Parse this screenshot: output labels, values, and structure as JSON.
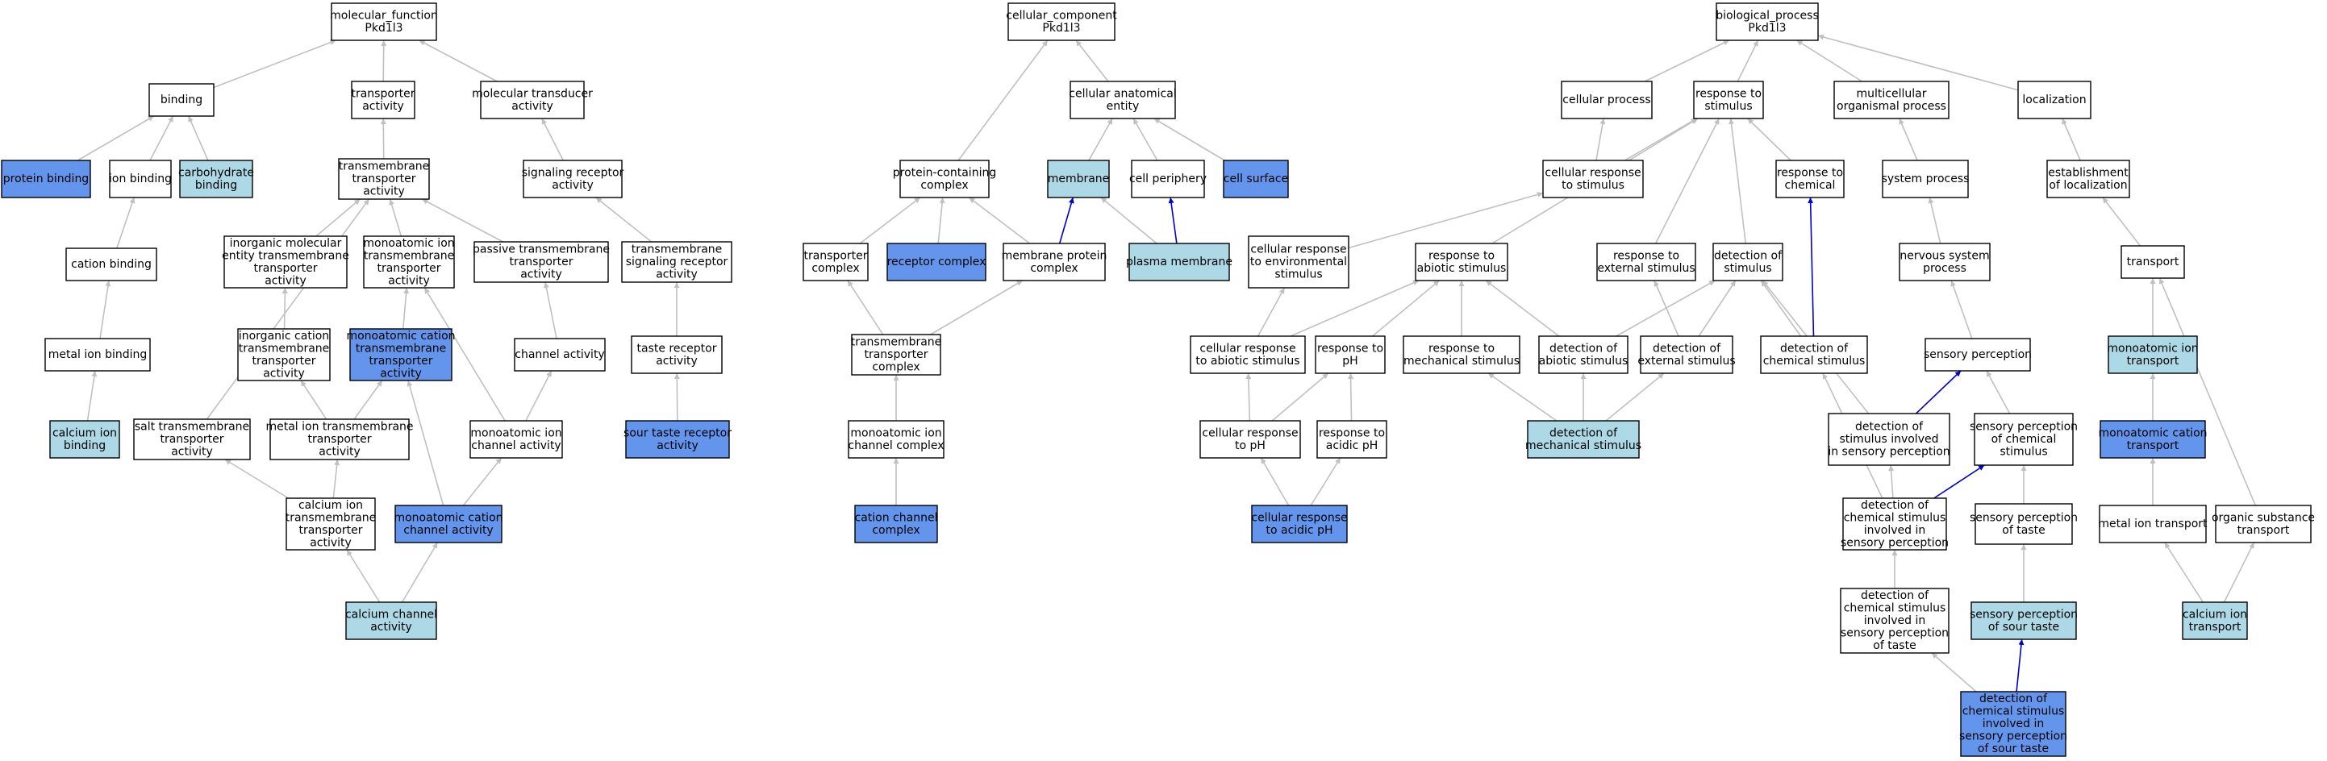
{
  "colors": {
    "default": "#ffffff",
    "light": "#add8e6",
    "dark": "#6495ed",
    "edge_gray": "#c0c0c0",
    "edge_blue": "#0000cd"
  },
  "nodes": [
    {
      "id": "mf",
      "lines": [
        "molecular_function",
        "Pkd1l3"
      ],
      "fill": "default"
    },
    {
      "id": "binding",
      "lines": [
        "binding"
      ],
      "fill": "default"
    },
    {
      "id": "transporter",
      "lines": [
        "transporter",
        "activity"
      ],
      "fill": "default"
    },
    {
      "id": "moltrans",
      "lines": [
        "molecular transducer",
        "activity"
      ],
      "fill": "default"
    },
    {
      "id": "protbind",
      "lines": [
        "protein binding"
      ],
      "fill": "dark"
    },
    {
      "id": "ionbind",
      "lines": [
        "ion binding"
      ],
      "fill": "default"
    },
    {
      "id": "carbbind",
      "lines": [
        "carbohydrate",
        "binding"
      ],
      "fill": "light"
    },
    {
      "id": "tmta",
      "lines": [
        "transmembrane",
        "transporter",
        "activity"
      ],
      "fill": "default"
    },
    {
      "id": "sigrec",
      "lines": [
        "signaling receptor",
        "activity"
      ],
      "fill": "default"
    },
    {
      "id": "catbind",
      "lines": [
        "cation binding"
      ],
      "fill": "default"
    },
    {
      "id": "inorgmol",
      "lines": [
        "inorganic molecular",
        "entity transmembrane",
        "transporter",
        "activity"
      ],
      "fill": "default"
    },
    {
      "id": "monoionTT",
      "lines": [
        "monoatomic ion",
        "transmembrane",
        "transporter",
        "activity"
      ],
      "fill": "default"
    },
    {
      "id": "passive",
      "lines": [
        "passive transmembrane",
        "transporter",
        "activity"
      ],
      "fill": "default"
    },
    {
      "id": "tmsig",
      "lines": [
        "transmembrane",
        "signaling receptor",
        "activity"
      ],
      "fill": "default"
    },
    {
      "id": "metalbind",
      "lines": [
        "metal ion binding"
      ],
      "fill": "default"
    },
    {
      "id": "inorgcat",
      "lines": [
        "inorganic cation",
        "transmembrane",
        "transporter",
        "activity"
      ],
      "fill": "default"
    },
    {
      "id": "monocatTT",
      "lines": [
        "monoatomic cation",
        "transmembrane",
        "transporter",
        "activity"
      ],
      "fill": "dark"
    },
    {
      "id": "channel",
      "lines": [
        "channel activity"
      ],
      "fill": "default"
    },
    {
      "id": "taste",
      "lines": [
        "taste receptor",
        "activity"
      ],
      "fill": "default"
    },
    {
      "id": "calbind",
      "lines": [
        "calcium ion",
        "binding"
      ],
      "fill": "light"
    },
    {
      "id": "salt",
      "lines": [
        "salt transmembrane",
        "transporter",
        "activity"
      ],
      "fill": "default"
    },
    {
      "id": "metalTT",
      "lines": [
        "metal ion transmembrane",
        "transporter",
        "activity"
      ],
      "fill": "default"
    },
    {
      "id": "monoionCh",
      "lines": [
        "monoatomic ion",
        "channel activity"
      ],
      "fill": "default"
    },
    {
      "id": "sour",
      "lines": [
        "sour taste receptor",
        "activity"
      ],
      "fill": "dark"
    },
    {
      "id": "calTT",
      "lines": [
        "calcium ion",
        "transmembrane",
        "transporter",
        "activity"
      ],
      "fill": "default"
    },
    {
      "id": "monocatCh",
      "lines": [
        "monoatomic cation",
        "channel activity"
      ],
      "fill": "dark"
    },
    {
      "id": "calch",
      "lines": [
        "calcium channel",
        "activity"
      ],
      "fill": "light"
    },
    {
      "id": "cc",
      "lines": [
        "cellular_component",
        "Pkd1l3"
      ],
      "fill": "default"
    },
    {
      "id": "cae",
      "lines": [
        "cellular anatomical",
        "entity"
      ],
      "fill": "default"
    },
    {
      "id": "protcomplex",
      "lines": [
        "protein-containing",
        "complex"
      ],
      "fill": "default"
    },
    {
      "id": "membrane",
      "lines": [
        "membrane"
      ],
      "fill": "light"
    },
    {
      "id": "periphery",
      "lines": [
        "cell periphery"
      ],
      "fill": "default"
    },
    {
      "id": "surface",
      "lines": [
        "cell surface"
      ],
      "fill": "dark"
    },
    {
      "id": "transcomplex",
      "lines": [
        "transporter",
        "complex"
      ],
      "fill": "default"
    },
    {
      "id": "reccomplex",
      "lines": [
        "receptor complex"
      ],
      "fill": "dark"
    },
    {
      "id": "memprot",
      "lines": [
        "membrane protein",
        "complex"
      ],
      "fill": "default"
    },
    {
      "id": "plasma",
      "lines": [
        "plasma membrane"
      ],
      "fill": "light"
    },
    {
      "id": "tmcomplex",
      "lines": [
        "transmembrane",
        "transporter",
        "complex"
      ],
      "fill": "default"
    },
    {
      "id": "monoionchcomplex",
      "lines": [
        "monoatomic ion",
        "channel complex"
      ],
      "fill": "default"
    },
    {
      "id": "catchcomplex",
      "lines": [
        "cation channel",
        "complex"
      ],
      "fill": "dark"
    },
    {
      "id": "bp",
      "lines": [
        "biological_process",
        "Pkd1l3"
      ],
      "fill": "default"
    },
    {
      "id": "cellproc",
      "lines": [
        "cellular process"
      ],
      "fill": "default"
    },
    {
      "id": "respstim",
      "lines": [
        "response to",
        "stimulus"
      ],
      "fill": "default"
    },
    {
      "id": "multicell",
      "lines": [
        "multicellular",
        "organismal process"
      ],
      "fill": "default"
    },
    {
      "id": "localization",
      "lines": [
        "localization"
      ],
      "fill": "default"
    },
    {
      "id": "cellresp",
      "lines": [
        "cellular response",
        "to stimulus"
      ],
      "fill": "default"
    },
    {
      "id": "respchem",
      "lines": [
        "response to",
        "chemical"
      ],
      "fill": "default"
    },
    {
      "id": "sysproc",
      "lines": [
        "system process"
      ],
      "fill": "default"
    },
    {
      "id": "estloc",
      "lines": [
        "establishment",
        "of localization"
      ],
      "fill": "default"
    },
    {
      "id": "cellrespenv",
      "lines": [
        "cellular response",
        "to environmental",
        "stimulus"
      ],
      "fill": "default"
    },
    {
      "id": "respabiotic",
      "lines": [
        "response to",
        "abiotic stimulus"
      ],
      "fill": "default"
    },
    {
      "id": "respext",
      "lines": [
        "response to",
        "external stimulus"
      ],
      "fill": "default"
    },
    {
      "id": "detstim",
      "lines": [
        "detection of",
        "stimulus"
      ],
      "fill": "default"
    },
    {
      "id": "nervous",
      "lines": [
        "nervous system",
        "process"
      ],
      "fill": "default"
    },
    {
      "id": "transport",
      "lines": [
        "transport"
      ],
      "fill": "default"
    },
    {
      "id": "cellrespabiotic",
      "lines": [
        "cellular response",
        "to abiotic stimulus"
      ],
      "fill": "default"
    },
    {
      "id": "respph",
      "lines": [
        "response to",
        "pH"
      ],
      "fill": "default"
    },
    {
      "id": "respmech",
      "lines": [
        "response to",
        "mechanical stimulus"
      ],
      "fill": "default"
    },
    {
      "id": "detabiotic",
      "lines": [
        "detection of",
        "abiotic stimulus"
      ],
      "fill": "default"
    },
    {
      "id": "detext",
      "lines": [
        "detection of",
        "external stimulus"
      ],
      "fill": "default"
    },
    {
      "id": "detchem",
      "lines": [
        "detection of",
        "chemical stimulus"
      ],
      "fill": "default"
    },
    {
      "id": "sensperc",
      "lines": [
        "sensory perception"
      ],
      "fill": "default"
    },
    {
      "id": "monoiontrans",
      "lines": [
        "monoatomic ion",
        "transport"
      ],
      "fill": "light"
    },
    {
      "id": "cellrespph",
      "lines": [
        "cellular response",
        "to pH"
      ],
      "fill": "default"
    },
    {
      "id": "respacid",
      "lines": [
        "response to",
        "acidic pH"
      ],
      "fill": "default"
    },
    {
      "id": "detmech",
      "lines": [
        "detection of",
        "mechanical stimulus"
      ],
      "fill": "light"
    },
    {
      "id": "detstiminv",
      "lines": [
        "detection of",
        "stimulus involved",
        "in sensory perception"
      ],
      "fill": "default"
    },
    {
      "id": "sensperchem",
      "lines": [
        "sensory perception",
        "of chemical",
        "stimulus"
      ],
      "fill": "default"
    },
    {
      "id": "monocattrans",
      "lines": [
        "monoatomic cation",
        "transport"
      ],
      "fill": "dark"
    },
    {
      "id": "cellrespacid",
      "lines": [
        "cellular response",
        "to acidic pH"
      ],
      "fill": "dark"
    },
    {
      "id": "detcheminv",
      "lines": [
        "detection of",
        "chemical stimulus",
        "involved in",
        "sensory perception"
      ],
      "fill": "default"
    },
    {
      "id": "senspertaste",
      "lines": [
        "sensory perception",
        "of taste"
      ],
      "fill": "default"
    },
    {
      "id": "metaltrans",
      "lines": [
        "metal ion transport"
      ],
      "fill": "default"
    },
    {
      "id": "organic",
      "lines": [
        "organic substance",
        "transport"
      ],
      "fill": "default"
    },
    {
      "id": "detchemtaste",
      "lines": [
        "detection of",
        "chemical stimulus",
        "involved in",
        "sensory perception",
        "of taste"
      ],
      "fill": "default"
    },
    {
      "id": "senspersour",
      "lines": [
        "sensory perception",
        "of sour taste"
      ],
      "fill": "light"
    },
    {
      "id": "caltrans",
      "lines": [
        "calcium ion",
        "transport"
      ],
      "fill": "light"
    },
    {
      "id": "detchemsour",
      "lines": [
        "detection of",
        "chemical stimulus",
        "involved in",
        "sensory perception",
        "of sour taste"
      ],
      "fill": "dark"
    }
  ],
  "edges": [
    [
      "binding",
      "mf",
      "gray"
    ],
    [
      "transporter",
      "mf",
      "gray"
    ],
    [
      "moltrans",
      "mf",
      "gray"
    ],
    [
      "protbind",
      "binding",
      "gray"
    ],
    [
      "ionbind",
      "binding",
      "gray"
    ],
    [
      "carbbind",
      "binding",
      "gray"
    ],
    [
      "tmta",
      "transporter",
      "gray"
    ],
    [
      "sigrec",
      "moltrans",
      "gray"
    ],
    [
      "catbind",
      "ionbind",
      "gray"
    ],
    [
      "inorgmol",
      "tmta",
      "gray"
    ],
    [
      "monoionTT",
      "tmta",
      "gray"
    ],
    [
      "passive",
      "tmta",
      "gray"
    ],
    [
      "salt",
      "tmta",
      "gray"
    ],
    [
      "tmsig",
      "sigrec",
      "gray"
    ],
    [
      "metalbind",
      "catbind",
      "gray"
    ],
    [
      "inorgcat",
      "inorgmol",
      "gray"
    ],
    [
      "monocatTT",
      "monoionTT",
      "gray"
    ],
    [
      "monoionCh",
      "monoionTT",
      "gray"
    ],
    [
      "channel",
      "passive",
      "gray"
    ],
    [
      "taste",
      "tmsig",
      "gray"
    ],
    [
      "calbind",
      "metalbind",
      "gray"
    ],
    [
      "metalTT",
      "inorgcat",
      "gray"
    ],
    [
      "metalTT",
      "monocatTT",
      "gray"
    ],
    [
      "monocatCh",
      "monocatTT",
      "gray"
    ],
    [
      "monoionCh",
      "channel",
      "gray"
    ],
    [
      "sour",
      "taste",
      "gray"
    ],
    [
      "calTT",
      "salt",
      "gray"
    ],
    [
      "calTT",
      "metalTT",
      "gray"
    ],
    [
      "monocatCh",
      "monoionCh",
      "gray"
    ],
    [
      "calch",
      "calTT",
      "gray"
    ],
    [
      "calch",
      "monocatCh",
      "gray"
    ],
    [
      "cae",
      "cc",
      "gray"
    ],
    [
      "protcomplex",
      "cc",
      "gray"
    ],
    [
      "membrane",
      "cae",
      "gray"
    ],
    [
      "periphery",
      "cae",
      "gray"
    ],
    [
      "surface",
      "cae",
      "gray"
    ],
    [
      "transcomplex",
      "protcomplex",
      "gray"
    ],
    [
      "reccomplex",
      "protcomplex",
      "gray"
    ],
    [
      "memprot",
      "protcomplex",
      "gray"
    ],
    [
      "memprot",
      "membrane",
      "blue"
    ],
    [
      "plasma",
      "membrane",
      "gray"
    ],
    [
      "plasma",
      "periphery",
      "blue"
    ],
    [
      "tmcomplex",
      "transcomplex",
      "gray"
    ],
    [
      "tmcomplex",
      "memprot",
      "gray"
    ],
    [
      "monoionchcomplex",
      "tmcomplex",
      "gray"
    ],
    [
      "catchcomplex",
      "monoionchcomplex",
      "gray"
    ],
    [
      "cellproc",
      "bp",
      "gray"
    ],
    [
      "respstim",
      "bp",
      "gray"
    ],
    [
      "multicell",
      "bp",
      "gray"
    ],
    [
      "localization",
      "bp",
      "gray"
    ],
    [
      "cellresp",
      "cellproc",
      "gray"
    ],
    [
      "cellresp",
      "respstim",
      "gray"
    ],
    [
      "respchem",
      "respstim",
      "gray"
    ],
    [
      "sysproc",
      "multicell",
      "gray"
    ],
    [
      "estloc",
      "localization",
      "gray"
    ],
    [
      "cellrespenv",
      "cellresp",
      "gray"
    ],
    [
      "respabiotic",
      "respstim",
      "gray"
    ],
    [
      "respext",
      "respstim",
      "gray"
    ],
    [
      "detstim",
      "respstim",
      "gray"
    ],
    [
      "nervous",
      "sysproc",
      "gray"
    ],
    [
      "transport",
      "estloc",
      "gray"
    ],
    [
      "cellrespabiotic",
      "cellrespenv",
      "gray"
    ],
    [
      "cellrespabiotic",
      "respabiotic",
      "gray"
    ],
    [
      "respph",
      "respabiotic",
      "gray"
    ],
    [
      "respmech",
      "respabiotic",
      "gray"
    ],
    [
      "detabiotic",
      "respabiotic",
      "gray"
    ],
    [
      "detabiotic",
      "detstim",
      "gray"
    ],
    [
      "detext",
      "respext",
      "gray"
    ],
    [
      "detext",
      "detstim",
      "gray"
    ],
    [
      "detchem",
      "detstim",
      "gray"
    ],
    [
      "detchem",
      "respchem",
      "blue"
    ],
    [
      "sensperc",
      "nervous",
      "gray"
    ],
    [
      "monoiontrans",
      "transport",
      "gray"
    ],
    [
      "cellrespph",
      "cellrespabiotic",
      "gray"
    ],
    [
      "cellrespph",
      "respph",
      "gray"
    ],
    [
      "respacid",
      "respph",
      "gray"
    ],
    [
      "detmech",
      "respmech",
      "gray"
    ],
    [
      "detmech",
      "detabiotic",
      "gray"
    ],
    [
      "detmech",
      "detext",
      "gray"
    ],
    [
      "detstiminv",
      "detstim",
      "gray"
    ],
    [
      "detstiminv",
      "sensperc",
      "blue"
    ],
    [
      "sensperchem",
      "sensperc",
      "gray"
    ],
    [
      "monocattrans",
      "monoiontrans",
      "gray"
    ],
    [
      "cellrespacid",
      "cellrespph",
      "gray"
    ],
    [
      "cellrespacid",
      "respacid",
      "gray"
    ],
    [
      "detcheminv",
      "detchem",
      "gray"
    ],
    [
      "detcheminv",
      "detstiminv",
      "gray"
    ],
    [
      "detcheminv",
      "sensperchem",
      "blue"
    ],
    [
      "senspertaste",
      "sensperchem",
      "gray"
    ],
    [
      "metaltrans",
      "monocattrans",
      "gray"
    ],
    [
      "organic",
      "transport",
      "gray"
    ],
    [
      "detchemtaste",
      "detcheminv",
      "gray"
    ],
    [
      "senspersour",
      "senspertaste",
      "gray"
    ],
    [
      "caltrans",
      "metaltrans",
      "gray"
    ],
    [
      "caltrans",
      "organic",
      "gray"
    ],
    [
      "detchemsour",
      "detchemtaste",
      "gray"
    ],
    [
      "detchemsour",
      "senspersour",
      "blue"
    ]
  ]
}
